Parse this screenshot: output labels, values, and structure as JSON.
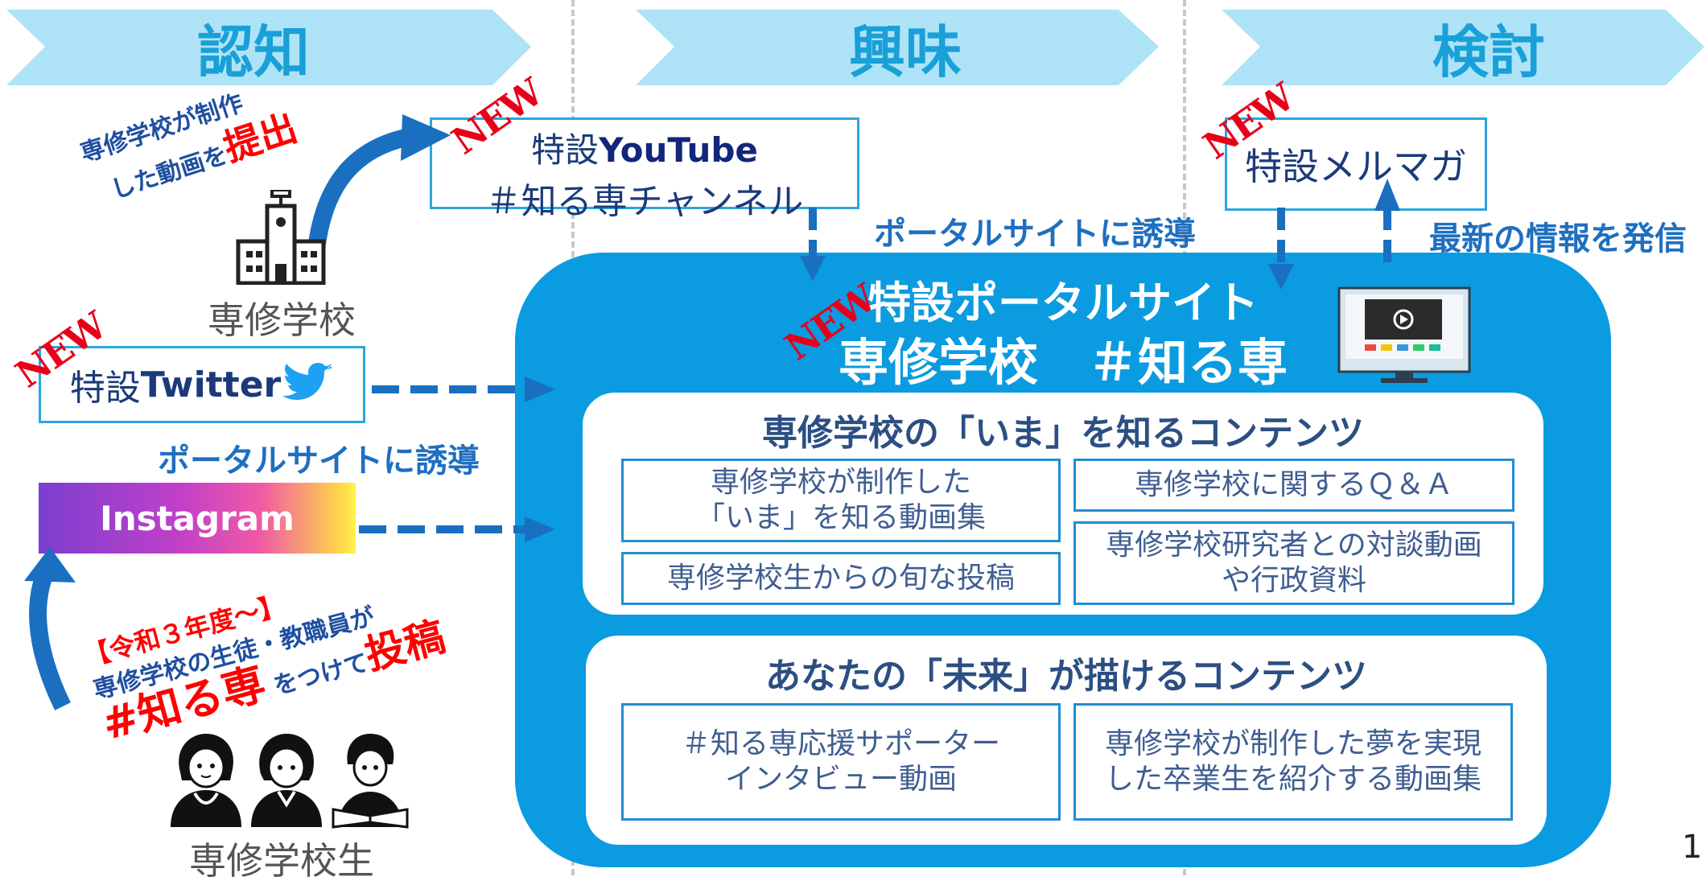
{
  "stages": [
    {
      "label": "認知"
    },
    {
      "label": "興味"
    },
    {
      "label": "検討"
    }
  ],
  "badge_new": "NEW",
  "youtube": {
    "line1_prefix": "特設",
    "line1_brand": "YouTube",
    "line2": "＃知る専チャンネル"
  },
  "school": {
    "caption": "専修学校",
    "note_line1": "専修学校が制作",
    "note_line2_prefix": "した動画を",
    "note_line2_emphasis": "提出"
  },
  "twitter": {
    "prefix": "特設",
    "brand": "Twitter"
  },
  "guide_left": "ポータルサイトに誘導",
  "instagram": {
    "label": "Instagram"
  },
  "students": {
    "caption": "専修学校生",
    "note_line1": "【令和３年度～】",
    "note_line2": "専修学校の生徒・教職員が",
    "note_hashtag": "#知る専",
    "note_tail": "をつけて",
    "note_emphasis": "投稿"
  },
  "guide_top": "ポータルサイトに誘導",
  "mailmag": {
    "label": "特設メルマガ"
  },
  "latest_info": "最新の情報を発信",
  "portal": {
    "title_line1": "特設ポータルサイト",
    "title_line2": "専修学校　＃知る専",
    "section_now": {
      "title": "専修学校の「いま」を知るコンテンツ",
      "items": [
        {
          "line1": "専修学校が制作した",
          "line2": "「いま」を知る動画集"
        },
        {
          "line1": "専修学校に関するＱ＆Ａ",
          "line2": ""
        },
        {
          "line1": "専修学校生からの旬な投稿",
          "line2": ""
        },
        {
          "line1": "専修学校研究者との対談動画",
          "line2": "や行政資料"
        }
      ]
    },
    "section_future": {
      "title": "あなたの「未来」が描けるコンテンツ",
      "items": [
        {
          "line1": "＃知る専応援サポーター",
          "line2": "インタビュー動画"
        },
        {
          "line1": "専修学校が制作した夢を実現",
          "line2": "した卒業生を紹介する動画集"
        }
      ]
    }
  },
  "page_number": "1",
  "colors": {
    "stage_banner": "#aee3f7",
    "stage_text": "#1aa0d8",
    "portal_blue": "#0b9be0",
    "arrow_blue": "#1a6fc1",
    "dashed_arrow": "#1a6fc1",
    "new_red": "#e8001b",
    "panel_title": "#2c4f83"
  }
}
